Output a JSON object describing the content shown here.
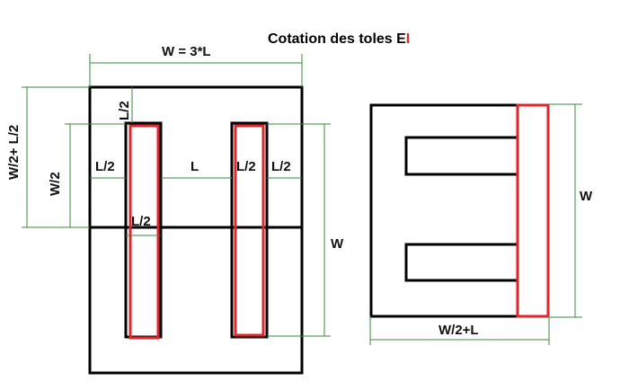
{
  "title": {
    "main": "Cotation des toles E",
    "accent": "I"
  },
  "colors": {
    "outline": "#000000",
    "accent": "#e0262b",
    "dimension": "#3a8a3a"
  },
  "labels": {
    "top_width": "W = 3*L",
    "left_outer": "W/2+ L/2",
    "left_inner": "W/2",
    "slot_top": "L/2",
    "left_margin": "L/2",
    "middle_gap": "L",
    "window_left": "L/2",
    "right_margin": "L/2",
    "lower_small": "L/2",
    "right_height": "W",
    "ei_height": "W",
    "ei_width": "W/2+L"
  }
}
